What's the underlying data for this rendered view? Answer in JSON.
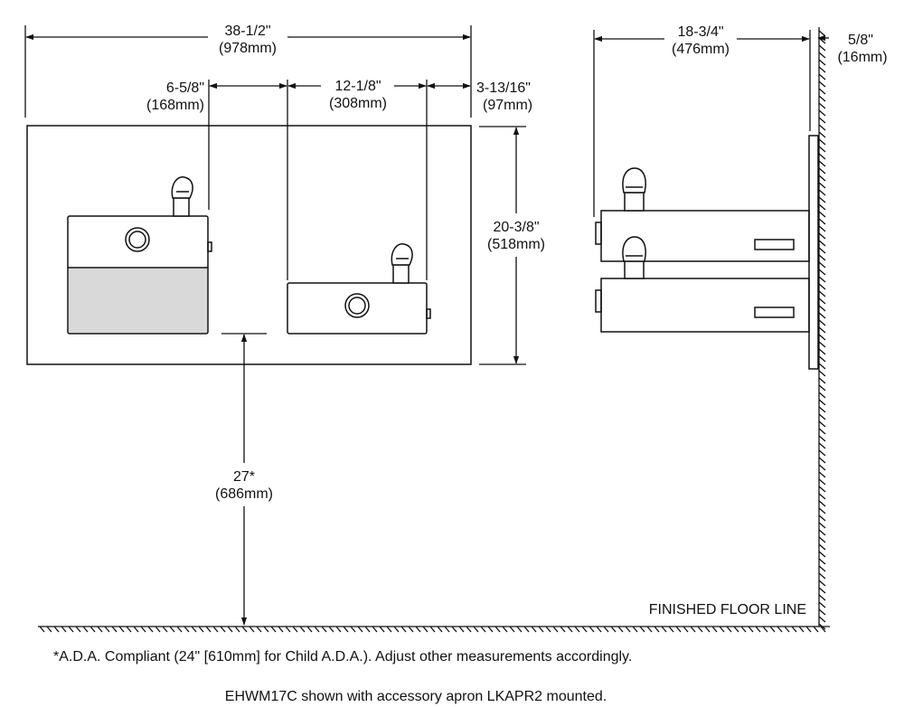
{
  "dimensions": {
    "overall_width": {
      "imperial": "38-1/2\"",
      "metric": "(978mm)"
    },
    "left_unit_offset": {
      "imperial": "6-5/8\"",
      "metric": "(168mm)"
    },
    "right_unit_width": {
      "imperial": "12-1/8\"",
      "metric": "(308mm)"
    },
    "right_edge_offset": {
      "imperial": "3-13/16\"",
      "metric": "(97mm)"
    },
    "overall_height": {
      "imperial": "20-3/8\"",
      "metric": "(518mm)"
    },
    "floor_height": {
      "imperial": "27*",
      "metric": "(686mm)"
    },
    "depth": {
      "imperial": "18-3/4\"",
      "metric": "(476mm)"
    },
    "wall_gap": {
      "imperial": "5/8\"",
      "metric": "(16mm)"
    }
  },
  "labels": {
    "floor_line": "FINISHED FLOOR LINE"
  },
  "notes": {
    "ada": "*A.D.A. Compliant (24\" [610mm] for Child A.D.A.). Adjust other measurements accordingly.",
    "caption": "EHWM17C shown with accessory apron LKAPR2 mounted."
  }
}
